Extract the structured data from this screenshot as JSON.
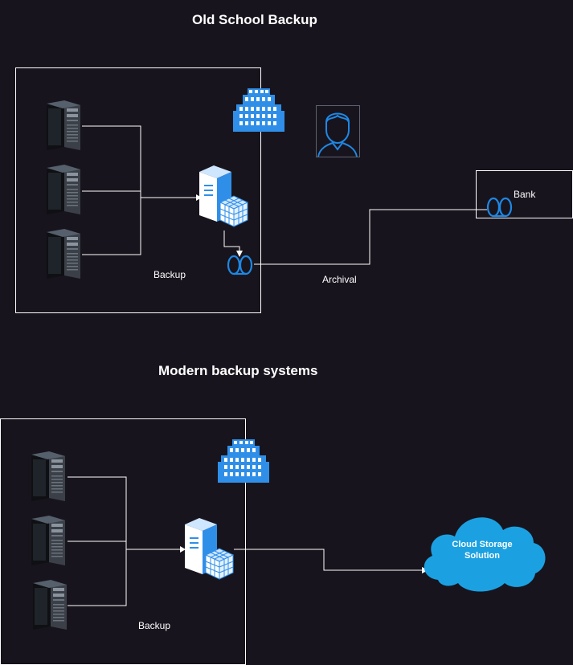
{
  "titles": {
    "old_school": "Old School Backup",
    "modern": "Modern backup systems"
  },
  "labels": {
    "backup_old": "Backup",
    "archival": "Archival",
    "bank": "Bank",
    "backup_modern": "Backup",
    "cloud_line1": "Cloud Storage",
    "cloud_line2": "Solution"
  },
  "icons": {
    "tower_server": "tower-server-icon",
    "backup_server": "backup-server-icon",
    "building": "office-building-icon",
    "user": "user-icon",
    "tape": "tape-icon",
    "cloud": "cloud-icon"
  },
  "colors": {
    "background": "#18141d",
    "line": "#ffffff",
    "accent_blue": "#1e88e5",
    "cloud_blue": "#1ba1e2",
    "server_blue": "#2f8fe8"
  }
}
